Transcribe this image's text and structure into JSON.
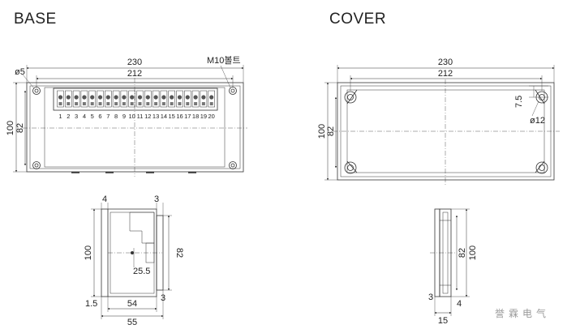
{
  "titles": {
    "base": "BASE",
    "cover": "COVER"
  },
  "base_top": {
    "overall_width": "230",
    "inner_width": "212",
    "overall_height": "100",
    "inner_height": "82",
    "hole_diameter": "ø5",
    "bolt_label": "M10볼트",
    "terminals": [
      "1",
      "2",
      "3",
      "4",
      "5",
      "6",
      "7",
      "8",
      "9",
      "10",
      "11",
      "12",
      "13",
      "14",
      "15",
      "16",
      "17",
      "18",
      "19",
      "20"
    ]
  },
  "cover_top": {
    "overall_width": "230",
    "inner_width": "212",
    "overall_height": "100",
    "inner_height": "82",
    "offset": "7.5",
    "hole_diameter": "ø12"
  },
  "base_side": {
    "top_left": "4",
    "top_right": "3",
    "height": "100",
    "inner_height": "82",
    "center_offset": "25.5",
    "bottom_left": "1.5",
    "inner_depth": "54",
    "bottom_right": "3",
    "overall_depth": "55"
  },
  "cover_side": {
    "inner_height": "82",
    "height": "100",
    "bottom_left": "3",
    "bottom_right": "4",
    "depth": "15"
  },
  "watermark": "誉霖电气"
}
